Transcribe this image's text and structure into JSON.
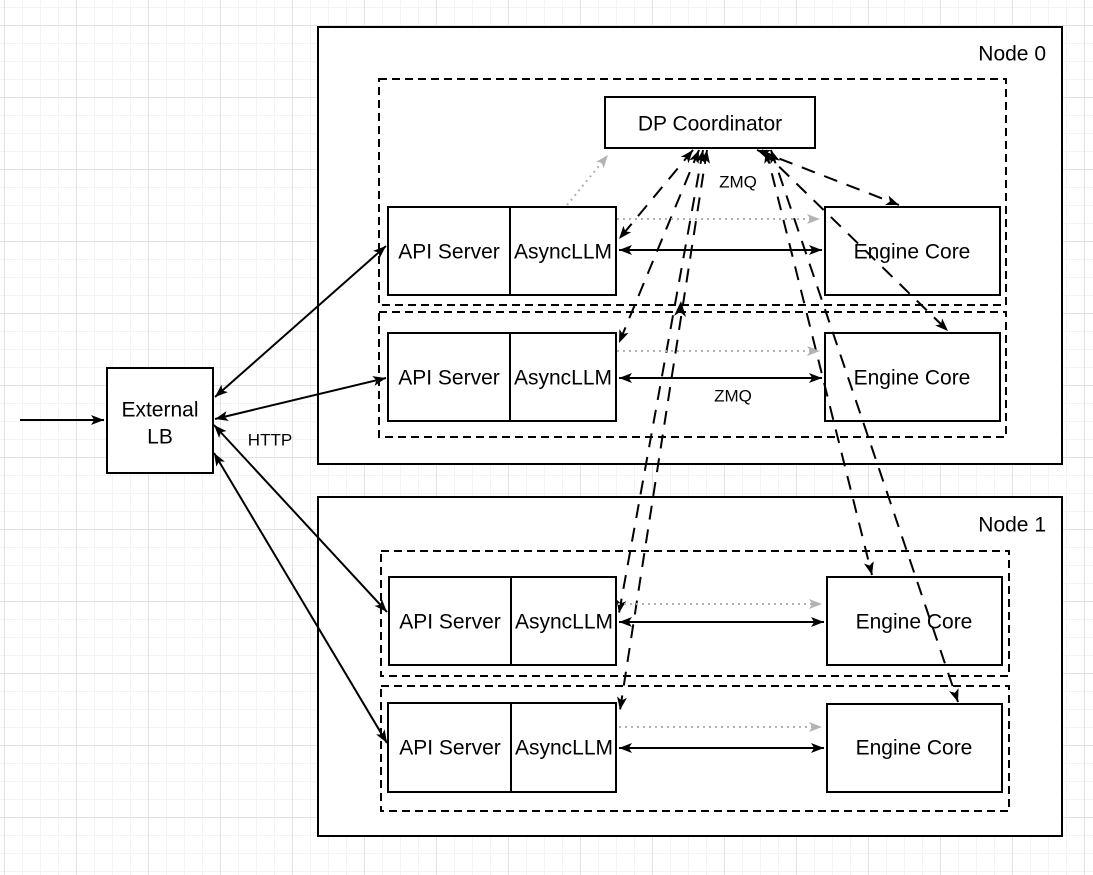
{
  "diagram": {
    "title_hint": "Data parallel deployment with external load balancer",
    "external_lb": {
      "line1": "External",
      "line2": "LB"
    },
    "dp_coordinator": {
      "label": "DP Coordinator"
    },
    "labels": {
      "http": "HTTP",
      "zmq_coordinator": "ZMQ",
      "zmq_engine": "ZMQ"
    },
    "nodes": [
      {
        "label": "Node 0",
        "rows": [
          {
            "api_server": "API Server",
            "async_llm": "AsyncLLM",
            "engine_core": "Engine Core"
          },
          {
            "api_server": "API Server",
            "async_llm": "AsyncLLM",
            "engine_core": "Engine Core"
          }
        ]
      },
      {
        "label": "Node 1",
        "rows": [
          {
            "api_server": "API Server",
            "async_llm": "AsyncLLM",
            "engine_core": "Engine Core"
          },
          {
            "api_server": "API Server",
            "async_llm": "AsyncLLM",
            "engine_core": "Engine Core"
          }
        ]
      }
    ],
    "colors": {
      "stroke": "#000000",
      "box_fill": "#ffffff",
      "startup_arrow_gray": "#b3b3b3",
      "grid_minor": "#f3f3f3",
      "grid_major": "#e2e2e2"
    }
  }
}
